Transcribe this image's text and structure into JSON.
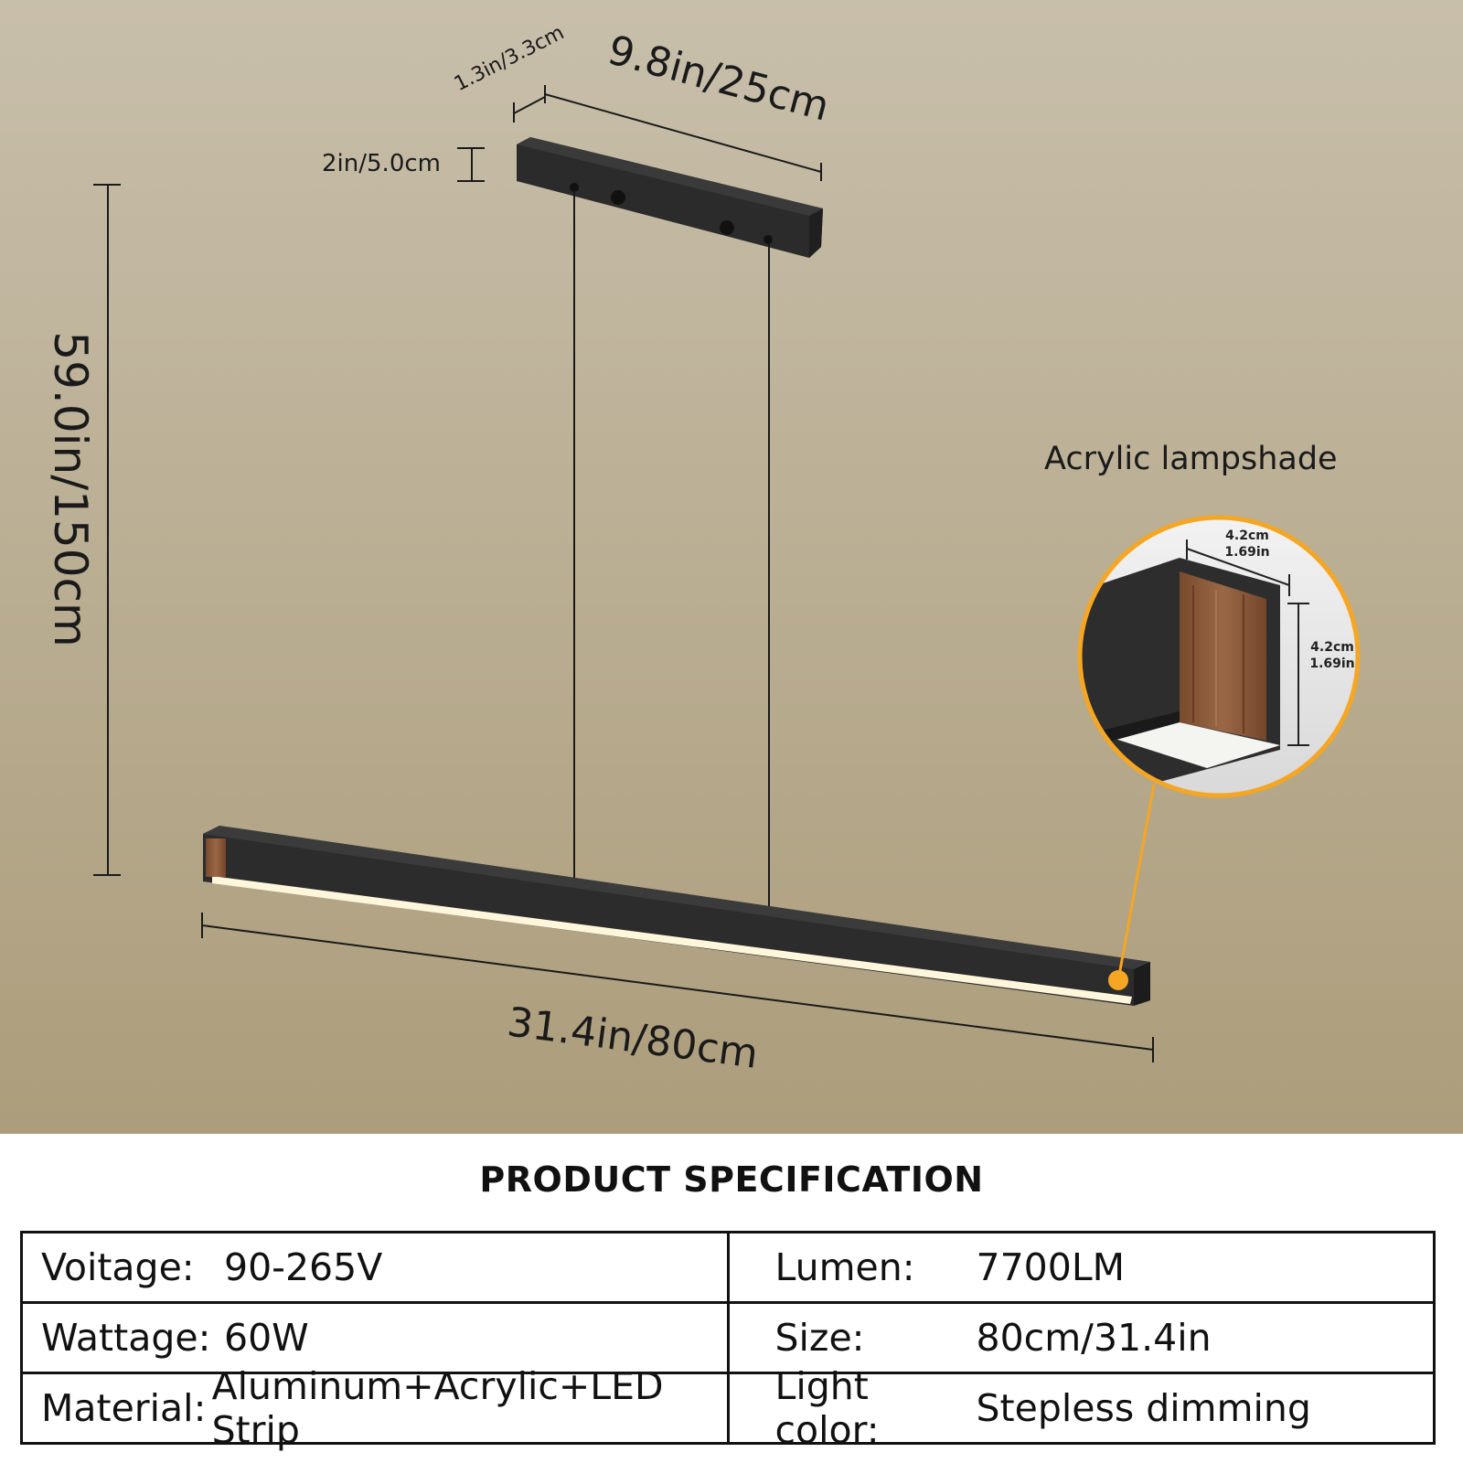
{
  "diagram": {
    "dims": {
      "canopy_length": "9.8in/25cm",
      "canopy_depth": "1.3in/3.3cm",
      "canopy_height": "2in/5.0cm",
      "hanging_height": "59.0in/150cm",
      "fixture_length": "31.4in/80cm"
    },
    "callout": {
      "title": "Acrylic lampshade",
      "width_cm": "4.2cm",
      "width_in": "1.69in",
      "height_cm": "4.2cm",
      "height_in": "1.69in"
    }
  },
  "spec": {
    "title": "PRODUCT SPECIFICATION",
    "rows": [
      {
        "left_label": "Voitage:",
        "left_value": "90-265V",
        "right_label": "Lumen:",
        "right_value": "7700LM"
      },
      {
        "left_label": "Wattage:",
        "left_value": "60W",
        "right_label": "Size:",
        "right_value": "80cm/31.4in"
      },
      {
        "left_label": "Material:",
        "left_value": "Aluminum+Acrylic+LED Strip",
        "right_label": "Light color:",
        "right_value": "Stepless dimming"
      }
    ]
  },
  "colors": {
    "background_top": "#c7bda8",
    "background_bottom": "#ae9f7d",
    "fixture": "#2e2e2e",
    "wood": "#8a5a3c",
    "accent": "#f5a623"
  }
}
